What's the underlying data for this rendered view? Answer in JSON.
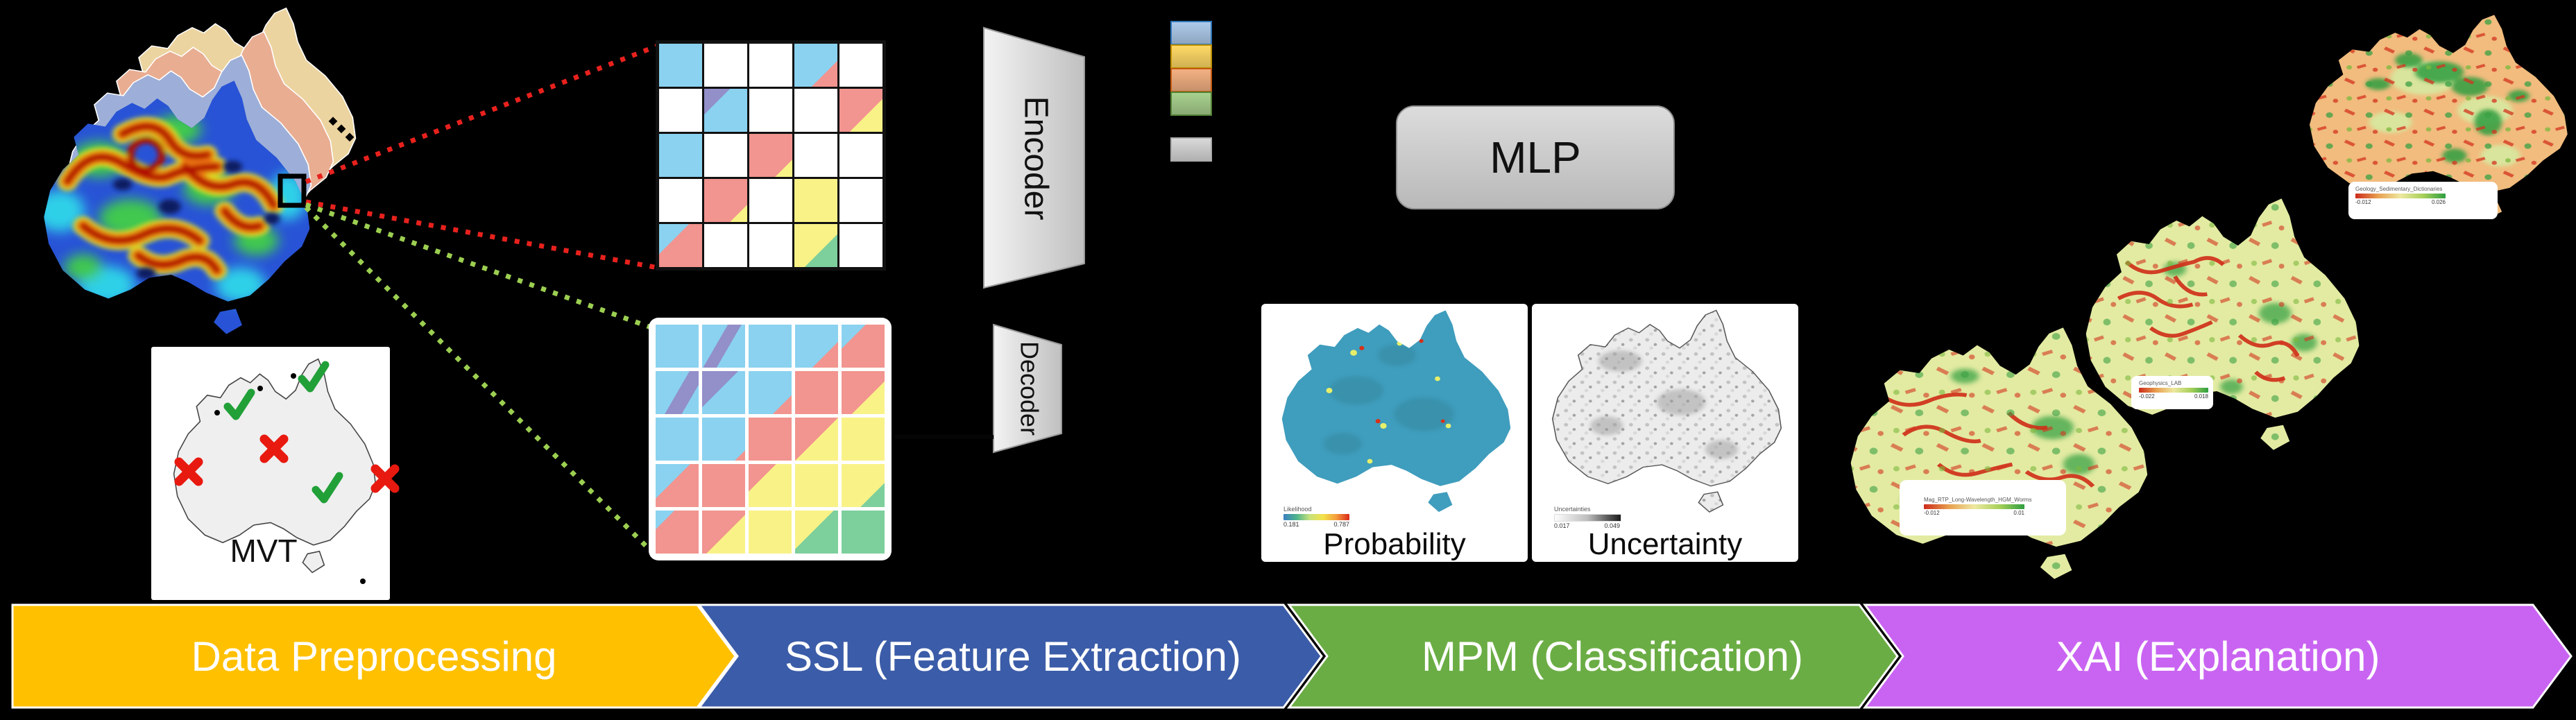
{
  "figure": {
    "background_color": "#000000"
  },
  "deposit_map": {
    "label": "MVT",
    "check_color": "#21a038",
    "cross_color": "#e8190f"
  },
  "ssl": {
    "encoder_label": "Encoder",
    "decoder_label": "Decoder",
    "masked_grid": {
      "rows": [
        [
          "B",
          "W",
          "W",
          "B-r",
          "W"
        ],
        [
          "W",
          "p-B",
          "W",
          "W",
          "R-y"
        ],
        [
          "B",
          "W",
          "R-y2",
          "W",
          "W"
        ],
        [
          "W",
          "R-y2",
          "W",
          "Y",
          "W"
        ],
        [
          "B-R",
          "W",
          "W",
          "Y-g",
          "W"
        ]
      ]
    },
    "full_grid": {
      "rows": [
        [
          "B",
          "B-pv",
          "B",
          "B-r",
          "bR"
        ],
        [
          "B-p2",
          "p-B2",
          "B-r3",
          "R",
          "R-y"
        ],
        [
          "B",
          "B-r4",
          "R",
          "R-Y",
          "Y"
        ],
        [
          "B-R2",
          "R",
          "R-Y2",
          "Y",
          "Y-g2"
        ],
        [
          "bR2",
          "R-y4",
          "Y",
          "Y-G",
          "G"
        ]
      ]
    },
    "feature_tokens": [
      {
        "fill": "#aecbeb",
        "border": "#2e75b6"
      },
      {
        "fill": "#ffd966",
        "border": "#bf9000"
      },
      {
        "fill": "#f4b183",
        "border": "#c55a11"
      },
      {
        "fill": "#a9d18e",
        "border": "#538135"
      },
      {
        "fill": "#d9d9d9",
        "border": "#ababab"
      }
    ]
  },
  "mpm": {
    "mlp_label": "MLP",
    "probability": {
      "caption": "Probability",
      "legend": {
        "title": "Likelihood",
        "min": "0.181",
        "max": "0.787"
      }
    },
    "uncertainty": {
      "caption": "Uncertainty",
      "legend": {
        "title": "Uncertainties",
        "min": "0.017",
        "max": "0.049"
      }
    }
  },
  "xai": {
    "maps": [
      {
        "legend": {
          "title": "Geology_Sedimentary_Dictionaries",
          "min": "-0.012",
          "max": "0.026"
        }
      },
      {
        "legend": {
          "title": "Geophysics_LAB",
          "min": "-0.022",
          "max": "0.018"
        }
      },
      {
        "legend": {
          "title": "Mag_RTP_Long-Wavelength_HGM_Worms",
          "min": "-0.012",
          "max": "0.01"
        }
      }
    ]
  },
  "banner": {
    "stages": [
      {
        "label": "Data Preprocessing",
        "color": "#FFC000"
      },
      {
        "label": "SSL (Feature Extraction)",
        "color": "#3B5CA8"
      },
      {
        "label": "MPM (Classification)",
        "color": "#6BAD45"
      },
      {
        "label": "XAI (Explanation)",
        "color": "#C964F2"
      }
    ]
  }
}
